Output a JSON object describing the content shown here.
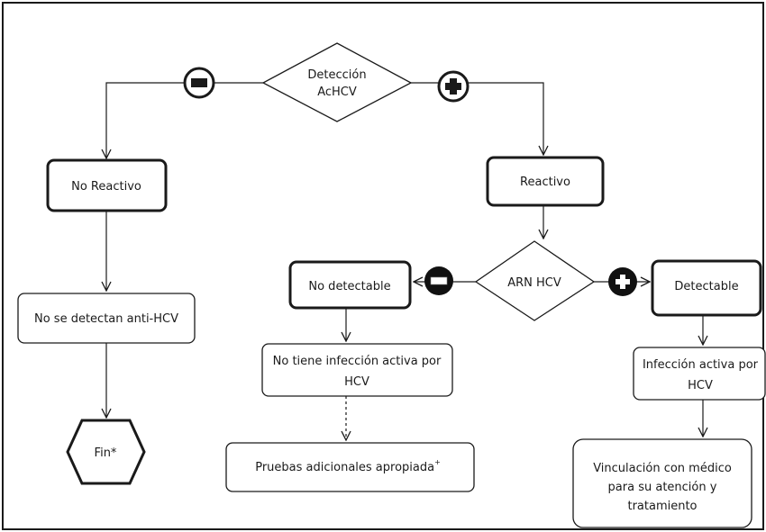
{
  "colors": {
    "line": "#1a1a1a",
    "background": "#ffffff",
    "badge_fill": "#111111",
    "badge_symbol": "#ffffff"
  },
  "nodes": {
    "deteccion": {
      "line1": "Detección",
      "line2": "AcHCV"
    },
    "no_reactivo": {
      "label": "No Reactivo"
    },
    "reactivo": {
      "label": "Reactivo"
    },
    "no_se_detectan": {
      "label": "No se detectan anti-HCV"
    },
    "fin": {
      "label": "Fin*"
    },
    "arn_hcv": {
      "label": "ARN HCV"
    },
    "no_detectable": {
      "label": "No detectable"
    },
    "detectable": {
      "label": "Detectable"
    },
    "no_infeccion": {
      "line1": "No tiene infección activa por",
      "line2": "HCV"
    },
    "pruebas": {
      "label": "Pruebas adicionales apropiada",
      "superscript": "+"
    },
    "infeccion_activa": {
      "line1": "Infección activa por",
      "line2": "HCV"
    },
    "vinculacion": {
      "line1": "Vinculación con médico",
      "line2": "para su atención y",
      "line3": "tratamiento"
    }
  },
  "signs": {
    "negative": "minus-icon",
    "positive": "plus-icon"
  }
}
